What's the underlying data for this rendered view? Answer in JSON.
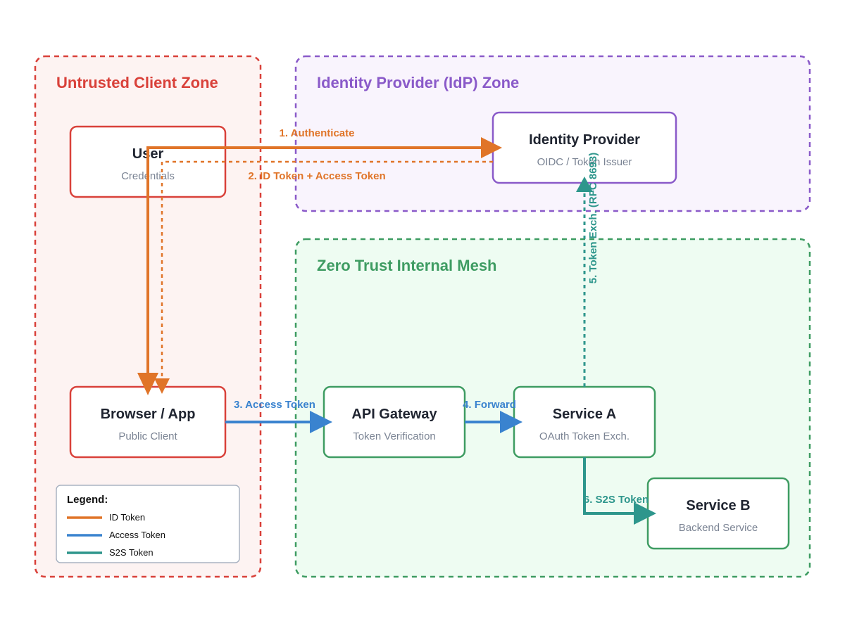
{
  "zones": {
    "client": {
      "title": "Untrusted Client Zone",
      "color": "#d9413a",
      "fill": "#fdf3f2"
    },
    "idp": {
      "title": "Identity Provider (IdP) Zone",
      "color": "#8a5ac9",
      "fill": "#f9f4fd"
    },
    "mesh": {
      "title": "Zero Trust Internal Mesh",
      "color": "#3e9c62",
      "fill": "#eefcf2"
    }
  },
  "nodes": {
    "user": {
      "title": "User",
      "subtitle": "Credentials"
    },
    "browser": {
      "title": "Browser / App",
      "subtitle": "Public Client"
    },
    "idp": {
      "title": "Identity Provider",
      "subtitle": "OIDC / Token Issuer"
    },
    "gateway": {
      "title": "API Gateway",
      "subtitle": "Token Verification"
    },
    "service_a": {
      "title": "Service A",
      "subtitle": "OAuth Token Exch."
    },
    "service_b": {
      "title": "Service B",
      "subtitle": "Backend Service"
    }
  },
  "edges": {
    "authenticate": "1. Authenticate",
    "id_token": "2. ID Token + Access Token",
    "access_token": "3. Access Token",
    "forward": "4. Forward",
    "token_exchange": "5. Token Exch. (RFC 8693)",
    "s2s_token": "6. S2S Token"
  },
  "legend": {
    "title": "Legend:",
    "items": [
      {
        "label": "ID Token",
        "color": "#e07428"
      },
      {
        "label": "Access Token",
        "color": "#3a83cf"
      },
      {
        "label": "S2S Token",
        "color": "#2e968c"
      }
    ]
  },
  "colors": {
    "id_token": "#e07428",
    "access_token": "#3a83cf",
    "s2s_token": "#2e968c"
  }
}
